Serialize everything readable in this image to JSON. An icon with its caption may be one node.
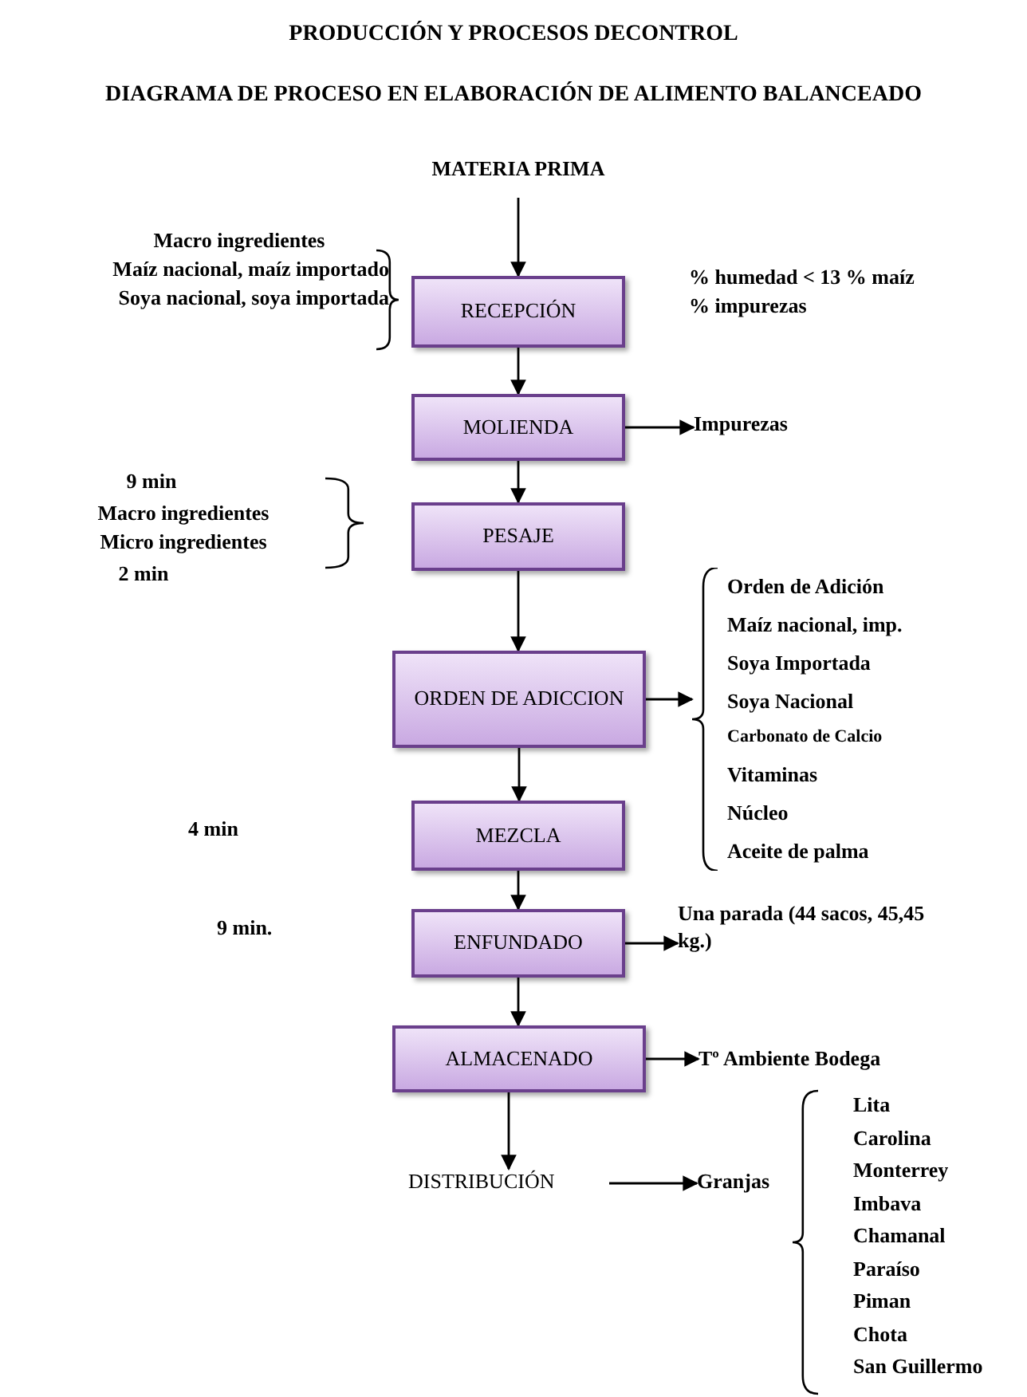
{
  "diagram": {
    "title": "PRODUCCIÓN Y PROCESOS DECONTROL",
    "nodes": [
      {
        "text": [
          "MATERIA PRIMA"
        ]
      },
      {
        "text": [
          "RECEPCIÓN"
        ]
      },
      {
        "text": [
          "MOLIENDA"
        ]
      },
      {
        "text": [
          "Impurezas"
        ]
      },
      {
        "text": [
          "PESAJE"
        ]
      },
      {
        "text": [
          "ORDEN DE ADICCION"
        ]
      },
      {
        "text": [
          "Orden de Adición",
          "Maíz nacional, imp.",
          "Soya Importada",
          "Soya Nacional",
          "Carbonato de Calcio",
          "Vitaminas",
          "Núcleo",
          "Aceite de palma"
        ]
      },
      {
        "text": [
          "MEZCLA"
        ]
      },
      {
        "text": [
          "ENFUNDADO"
        ]
      },
      {
        "text": [
          "Una parada (44 sacos, 45,45 kg.)"
        ]
      },
      {
        "text": [
          "ALMACENADO"
        ]
      },
      {
        "text": [
          "Tº Ambiente Bodega"
        ]
      },
      {
        "text": [
          "DISTRIBUCIÓN"
        ]
      },
      {
        "text": [
          "Granjas"
        ]
      }
    ],
    "edges": [
      {
        "from": 0,
        "to": 1,
        "arrow": "to"
      },
      {
        "from": 1,
        "to": 2,
        "arrow": "to"
      },
      {
        "from": 2,
        "to": 3,
        "arrow": "to"
      },
      {
        "from": 2,
        "to": 4,
        "arrow": "to"
      },
      {
        "from": 4,
        "to": 5,
        "arrow": "to"
      },
      {
        "from": 5,
        "to": 6,
        "arrow": "to"
      },
      {
        "from": 5,
        "to": 7,
        "arrow": "to"
      },
      {
        "from": 7,
        "to": 8,
        "arrow": "to"
      },
      {
        "from": 8,
        "to": 9,
        "arrow": "to"
      },
      {
        "from": 8,
        "to": 10,
        "arrow": "to"
      },
      {
        "from": 10,
        "to": 11,
        "arrow": "to"
      },
      {
        "from": 10,
        "to": 12,
        "arrow": "to"
      },
      {
        "from": 12,
        "to": 13,
        "arrow": "to"
      }
    ],
    "labels": [
      "DIAGRAMA DE PROCESO EN ELABORACIÓN DE ALIMENTO BALANCEADO",
      "Macro ingredientes",
      "Maíz nacional, maíz importado",
      "Soya nacional, soya importada",
      "% humedad < 13 % maíz",
      "% impurezas",
      "9 min",
      "Macro ingredientes",
      "Micro ingredientes",
      "2 min",
      "4 min",
      "9 min.",
      "Lita",
      "Carolina",
      "Monterrey",
      "Imbava",
      "Chamanal",
      "Paraíso",
      "Piman",
      "Chota",
      "San Guillermo"
    ]
  }
}
